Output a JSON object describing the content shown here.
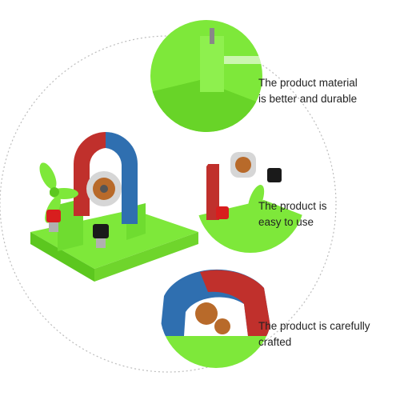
{
  "features": [
    {
      "line1": "The product material",
      "line2": "is better and durable"
    },
    {
      "line1": "The product is",
      "line2": "easy to use"
    },
    {
      "line1": "The product is carefully",
      "line2": "crafted"
    }
  ],
  "colors": {
    "base_green": "#7ee83a",
    "magnet_red": "#c0302c",
    "magnet_blue": "#2f6fb0",
    "terminal_red": "#d81e1e",
    "terminal_black": "#1a1a1a",
    "copper": "#b86a2a",
    "dotted_outline": "#bdbdbd"
  }
}
